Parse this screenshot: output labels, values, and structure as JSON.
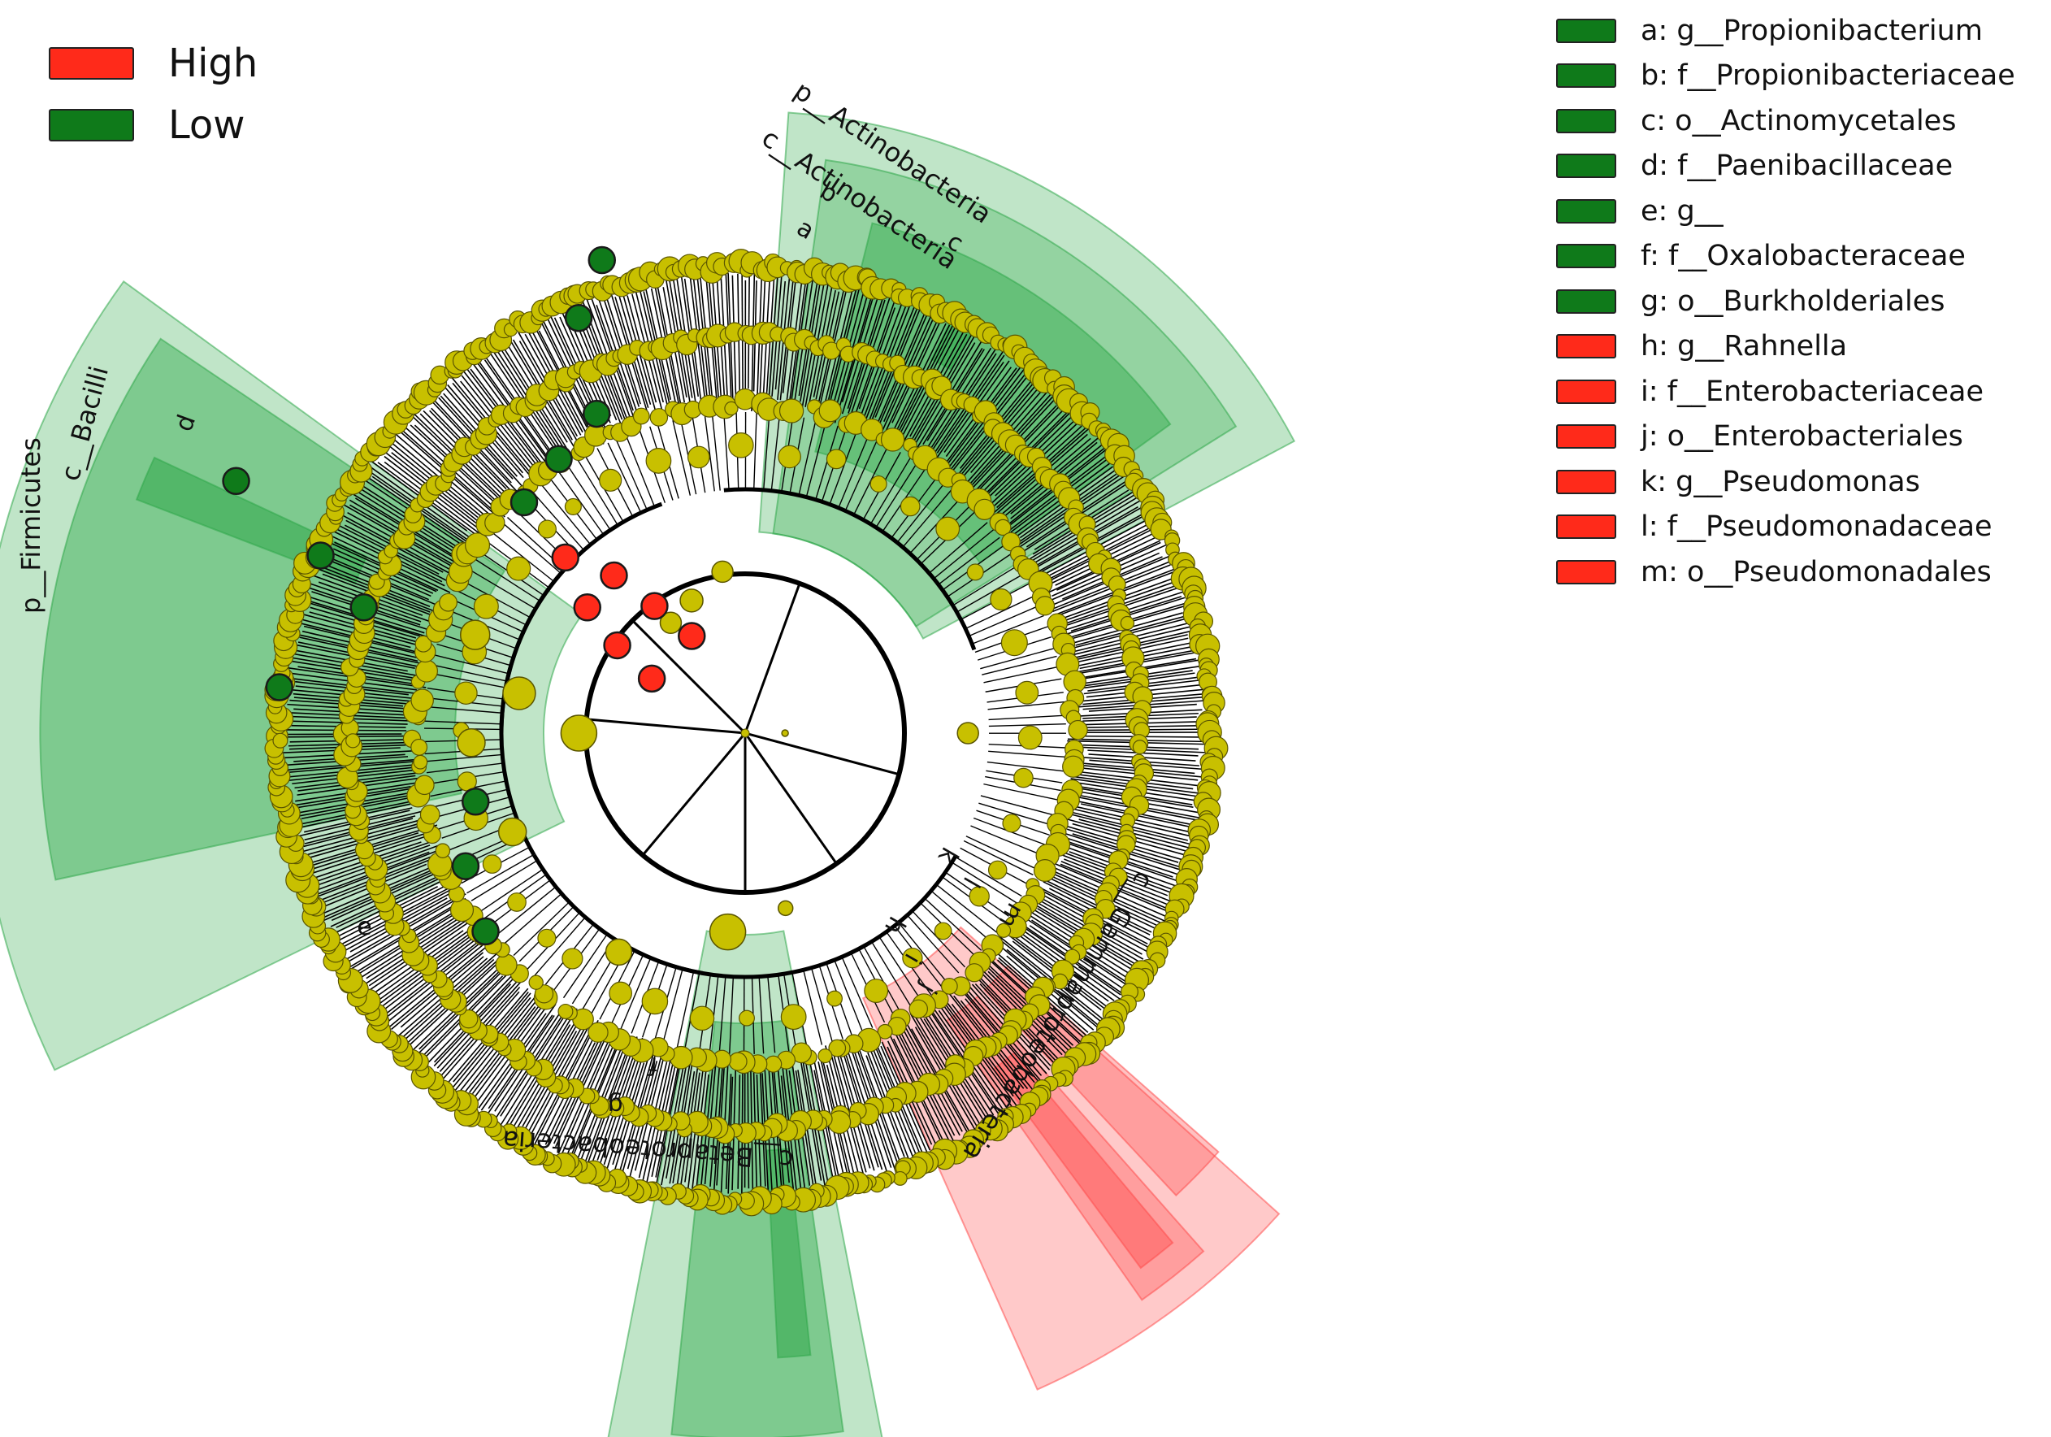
{
  "group_legend": [
    {
      "label": "High",
      "color": "#ff2a1a"
    },
    {
      "label": "Low",
      "color": "#0f7a1a"
    }
  ],
  "taxa_legend": [
    {
      "letter": "a",
      "name": "a: g__Propionibacterium",
      "group": "Low"
    },
    {
      "letter": "b",
      "name": "b: f__Propionibacteriaceae",
      "group": "Low"
    },
    {
      "letter": "c",
      "name": "c: o__Actinomycetales",
      "group": "Low"
    },
    {
      "letter": "d",
      "name": "d: f__Paenibacillaceae",
      "group": "Low"
    },
    {
      "letter": "e",
      "name": "e: g__",
      "group": "Low"
    },
    {
      "letter": "f",
      "name": "f: f__Oxalobacteraceae",
      "group": "Low"
    },
    {
      "letter": "g",
      "name": "g: o__Burkholderiales",
      "group": "Low"
    },
    {
      "letter": "h",
      "name": "h: g__Rahnella",
      "group": "High"
    },
    {
      "letter": "i",
      "name": "i: f__Enterobacteriaceae",
      "group": "High"
    },
    {
      "letter": "j",
      "name": "j: o__Enterobacteriales",
      "group": "High"
    },
    {
      "letter": "k",
      "name": "k: g__Pseudomonas",
      "group": "High"
    },
    {
      "letter": "l",
      "name": "l: f__Pseudomonadaceae",
      "group": "High"
    },
    {
      "letter": "m",
      "name": "m: o__Pseudomonadales",
      "group": "High"
    }
  ],
  "clade_labels": {
    "p_actinobacteria": "p__Actinobacteria",
    "c_actinobacteria": "c__Actinobacteria",
    "p_firmicutes": "p__Firmicutes",
    "c_bacilli": "c__Bacilli",
    "c_betaproteobacteria": "c__Betaproteobacteria",
    "c_gammaproteobacteria": "c__Gammaproteobacteria"
  },
  "colors": {
    "high": "#ff2a1a",
    "low": "#0f7a1a",
    "node": "#c8c000",
    "shade_low": "#2fa84a",
    "shade_high": "#ff4d4d"
  }
}
